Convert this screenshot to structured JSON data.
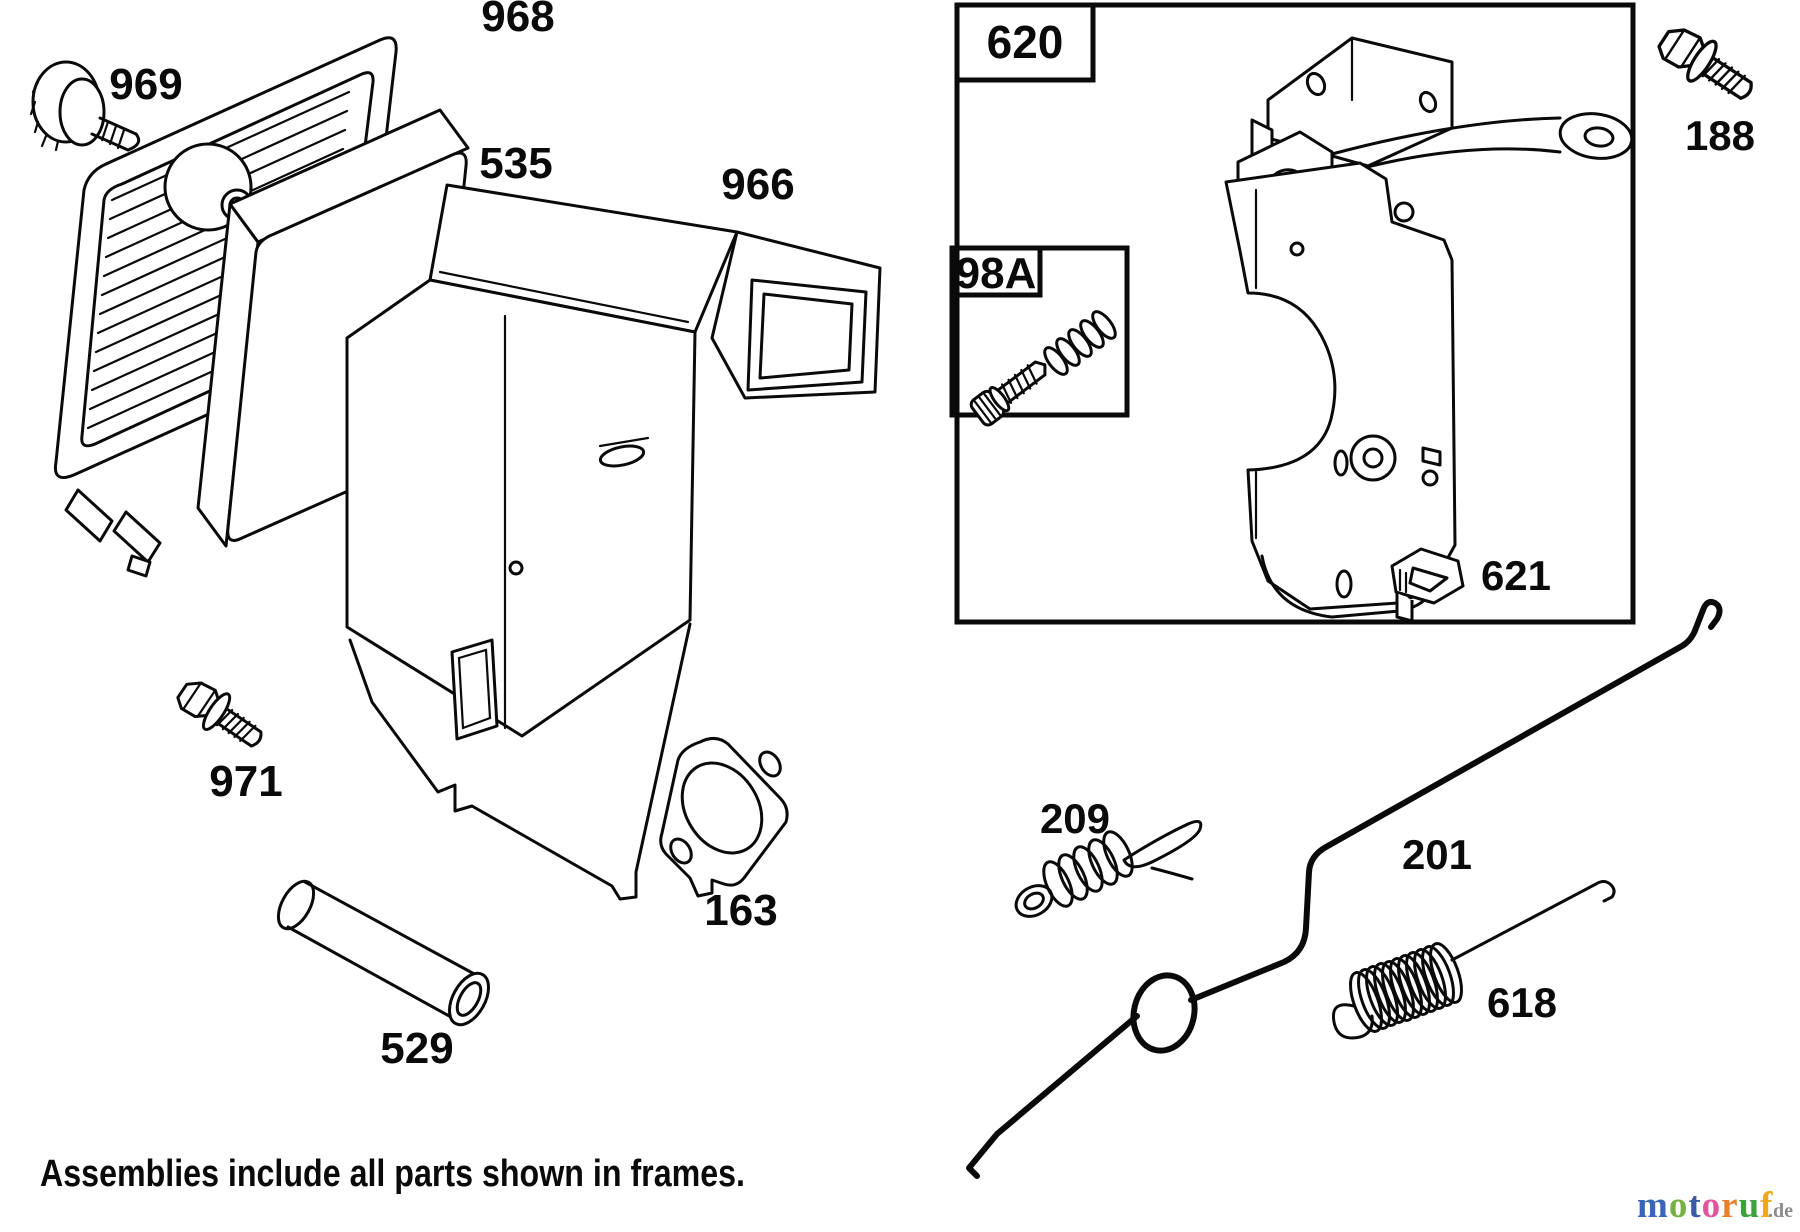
{
  "figure": {
    "footnote": "Assemblies include all parts shown in frames."
  },
  "frames": {
    "assembly": {
      "label": "620"
    },
    "inset": {
      "label": "98A"
    }
  },
  "callouts": {
    "air_cleaner_cover": "968",
    "knob": "969",
    "filter_element": "535",
    "blower_housing": "966",
    "bolt_small": "971",
    "breather_tube": "529",
    "gasket": "163",
    "clip": "621",
    "bolt_flange": "188",
    "spring_link": "209",
    "governor_rod": "201",
    "governor_spring": "618"
  },
  "watermark": {
    "word_letters": [
      {
        "ch": "m",
        "color": "#3a66b8"
      },
      {
        "ch": "o",
        "color": "#76b043"
      },
      {
        "ch": "t",
        "color": "#3d5aa8"
      },
      {
        "ch": "o",
        "color": "#e0559c"
      },
      {
        "ch": "r",
        "color": "#e5822d"
      },
      {
        "ch": "u",
        "color": "#3da23d"
      },
      {
        "ch": "f",
        "color": "#edaa14"
      }
    ],
    "suffix": ".de",
    "suffix_color": "#8c8c8c"
  }
}
